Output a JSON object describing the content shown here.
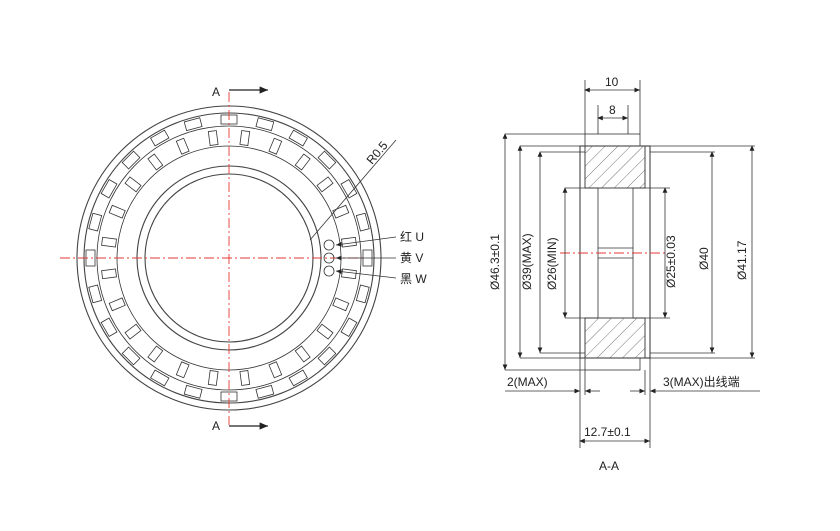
{
  "front_view": {
    "section_mark_top": "A",
    "section_mark_bottom": "A",
    "radius_label": "R0.5",
    "wires": [
      {
        "label": "红 U",
        "color": "#e53935"
      },
      {
        "label": "黄 V",
        "color": "#f2c200"
      },
      {
        "label": "黑 W",
        "color": "#111111"
      }
    ]
  },
  "section_view": {
    "title": "A-A",
    "dims": {
      "top_width": "10",
      "inner_top_width": "8",
      "outer_dia": "Ø46.3±0.1",
      "max_dia": "Ø39(MAX)",
      "min_dia": "Ø26(MIN)",
      "bore_dia": "Ø25±0.03",
      "mid_dia": "Ø40",
      "od2_dia": "Ø41.17",
      "left_ext": "2(MAX)",
      "right_ext": "3(MAX)出线端",
      "width": "12.7±0.1"
    }
  },
  "colors": {
    "centerline": "#e53935",
    "line": "#444444"
  }
}
